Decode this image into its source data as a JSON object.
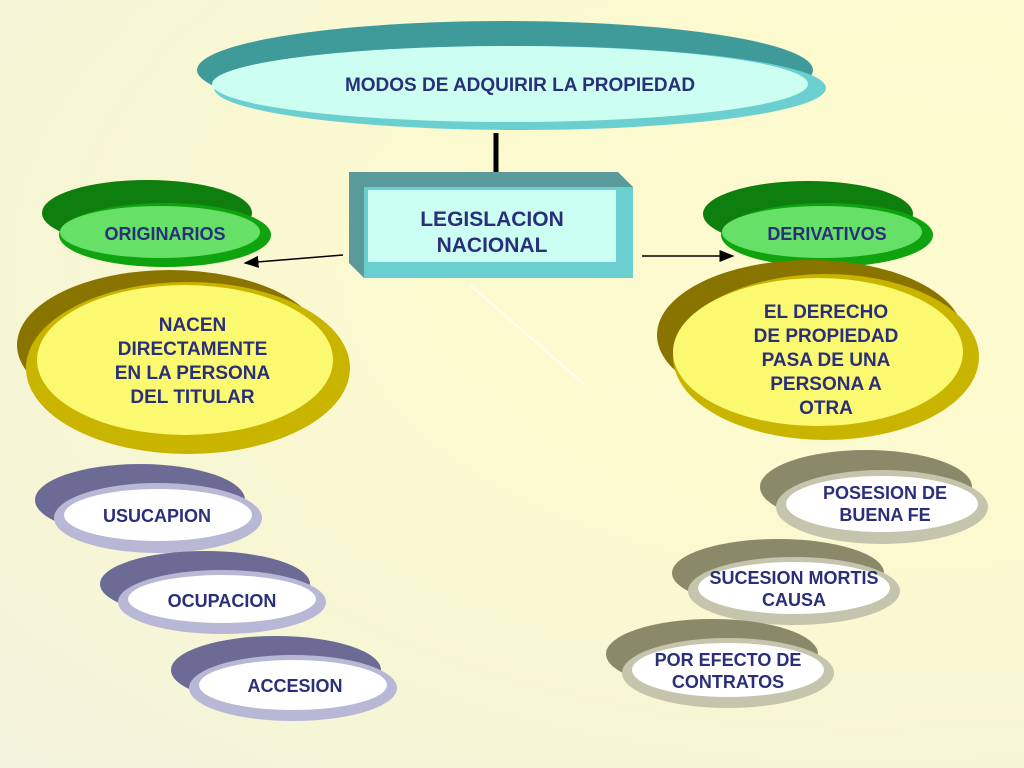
{
  "title": "MODOS DE ADQUIRIR LA PROPIEDAD",
  "center": {
    "line1": "LEGISLACION",
    "line2": "NACIONAL"
  },
  "left": {
    "category": "ORIGINARIOS",
    "description": [
      "NACEN",
      "DIRECTAMENTE",
      "EN LA PERSONA",
      "DEL TITULAR"
    ],
    "items": [
      "USUCAPION",
      "OCUPACION",
      "ACCESION"
    ]
  },
  "right": {
    "category": "DERIVATIVOS",
    "description": [
      "EL DERECHO",
      "DE PROPIEDAD",
      "PASA DE UNA",
      "PERSONA A",
      "OTRA"
    ],
    "items": [
      [
        "POSESION DE",
        "BUENA FE"
      ],
      [
        "SUCESION MORTIS",
        "CAUSA"
      ],
      [
        "POR EFECTO DE",
        "CONTRATOS"
      ]
    ]
  },
  "colors": {
    "title_fill": "#ccfff2",
    "title_shadow": "#3f9a9a",
    "box_fill": "#ccfff4",
    "box_frame": "#6ccfcf",
    "green_dark": "#0e7f0e",
    "green_light": "#66e066",
    "yellow_dark": "#8a7400",
    "yellow_light": "#fbf970",
    "purple_dark": "#6b6b96",
    "purple_light": "#b8b8d6",
    "olive_dark": "#8a8a6a",
    "olive_light": "#c5c5ad",
    "text": "#2a2f7a"
  }
}
